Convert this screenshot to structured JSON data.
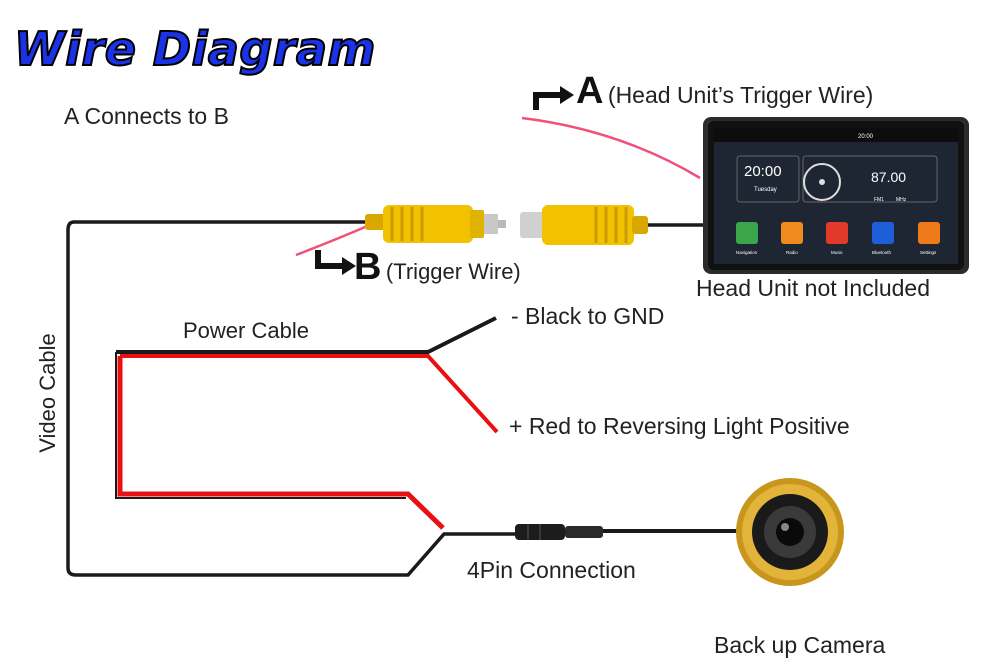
{
  "title": "Wire Diagram",
  "subtitle": "A Connects to B",
  "connector_a": {
    "letter": "A",
    "label": "(Head Unit’s Trigger Wire)"
  },
  "connector_b": {
    "letter": "B",
    "label": "(Trigger Wire)"
  },
  "labels": {
    "head_unit": "Head Unit not Included",
    "video_cable": "Video Cable",
    "power_cable": "Power Cable",
    "black_gnd": "- Black to GND",
    "red_positive": "+ Red to Reversing Light Positive",
    "four_pin": "4Pin Connection",
    "camera": "Back up Camera"
  },
  "head_unit_screen": {
    "clock": "20:00",
    "day": "Tuesday",
    "status_time": "20:00",
    "radio_freq": "87.00",
    "band": "FM1",
    "unit": "MHz",
    "apps": [
      "Navigation",
      "Radio",
      "Music",
      "Bluetooth",
      "Settings"
    ]
  },
  "colors": {
    "title": "#1a33e6",
    "red_wire": "#e81010",
    "black_wire": "#1a1a1a",
    "trigger_wire": "#f0507a",
    "rca_yellow": "#f2c200"
  }
}
